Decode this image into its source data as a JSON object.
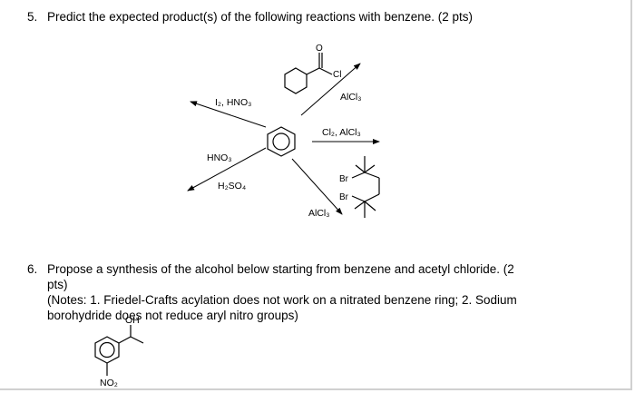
{
  "question5": {
    "number": "5.",
    "text": "Predict the expected product(s) of the following reactions with benzene. (2 pts)"
  },
  "reactions": {
    "top_left_reagent": "I₂, HNO₃",
    "acyl_label_o": "O",
    "acyl_label_cl": "Cl",
    "acyl_catalyst": "AlCl₃",
    "right_reagent": "Cl₂, AlCl₃",
    "bottom_left_reagent_1": "HNO₃",
    "bottom_left_reagent_2": "H₂SO₄",
    "alkyl_halide_br1": "Br",
    "alkyl_halide_br2": "Br",
    "alkyl_catalyst": "AlCl₃"
  },
  "question6": {
    "number": "6.",
    "line1": "Propose a synthesis of the alcohol below starting from benzene and acetyl chloride. (2 pts)",
    "line2": "(Notes: 1. Friedel-Crafts acylation does not work on a nitrated benzene ring; 2. Sodium",
    "line3": "borohydride does not reduce aryl nitro groups)"
  },
  "target_molecule": {
    "oh_label": "OH",
    "no2_label": "NO₂"
  }
}
